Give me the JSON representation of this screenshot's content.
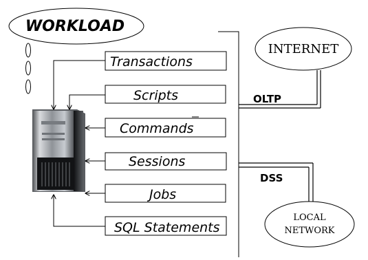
{
  "title": "WORKLOAD",
  "workload_items": [
    {
      "key": "transactions",
      "label": "Transactions"
    },
    {
      "key": "scripts",
      "label": "Scripts"
    },
    {
      "key": "commands",
      "label": "Commands"
    },
    {
      "key": "sessions",
      "label": "Sessions"
    },
    {
      "key": "jobs",
      "label": "Jobs"
    },
    {
      "key": "sql_statements",
      "label": "SQL Statements"
    }
  ],
  "connections": {
    "oltp": "OLTP",
    "dss": "DSS"
  },
  "clouds": {
    "internet": "INTERNET",
    "local_network": [
      "LOCAL",
      "NETWORK"
    ]
  },
  "icons": {
    "server": "server-tower-icon"
  }
}
